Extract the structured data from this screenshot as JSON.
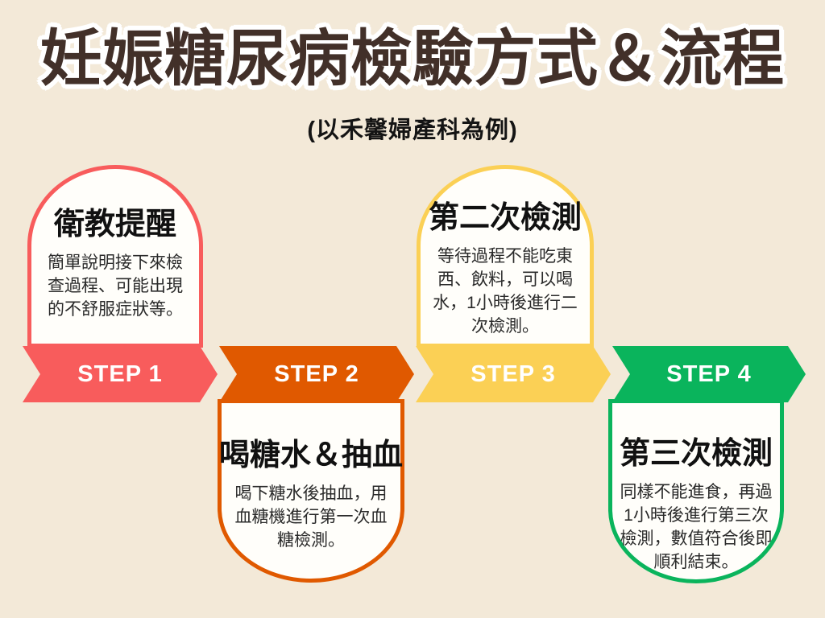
{
  "page": {
    "title": "妊娠糖尿病檢驗方式＆流程",
    "subtitle": "(以禾馨婦產科為例)"
  },
  "colors": {
    "background": "#F3E9D8",
    "title_text": "#423029",
    "title_outline": "#FFFFFF",
    "subtitle_text": "#141414",
    "card_background": "#FFFEFA",
    "card_title_text": "#111111",
    "card_body_text": "#2A2A2A",
    "step_label_text": "#FFFFFF"
  },
  "steps": [
    {
      "label": "STEP 1",
      "color": "#F85C5C",
      "card_position": "above",
      "card_title": "衛教提醒",
      "card_body": "簡單說明接下來檢查過程、可能出現的不舒服症狀等。"
    },
    {
      "label": "STEP 2",
      "color": "#E05900",
      "card_position": "below",
      "card_title": "喝糖水＆抽血",
      "card_body": "喝下糖水後抽血，用血糖機進行第一次血糖檢測。"
    },
    {
      "label": "STEP 3",
      "color": "#FBD055",
      "card_position": "above",
      "card_title": "第二次檢測",
      "card_body": "等待過程不能吃東西、飲料，可以喝水，1小時後進行二次檢測。"
    },
    {
      "label": "STEP 4",
      "color": "#0AB45C",
      "card_position": "below",
      "card_title": "第三次檢測",
      "card_body": "同樣不能進食，再過1小時後進行第三次檢測，數值符合後即順利結束。"
    }
  ]
}
